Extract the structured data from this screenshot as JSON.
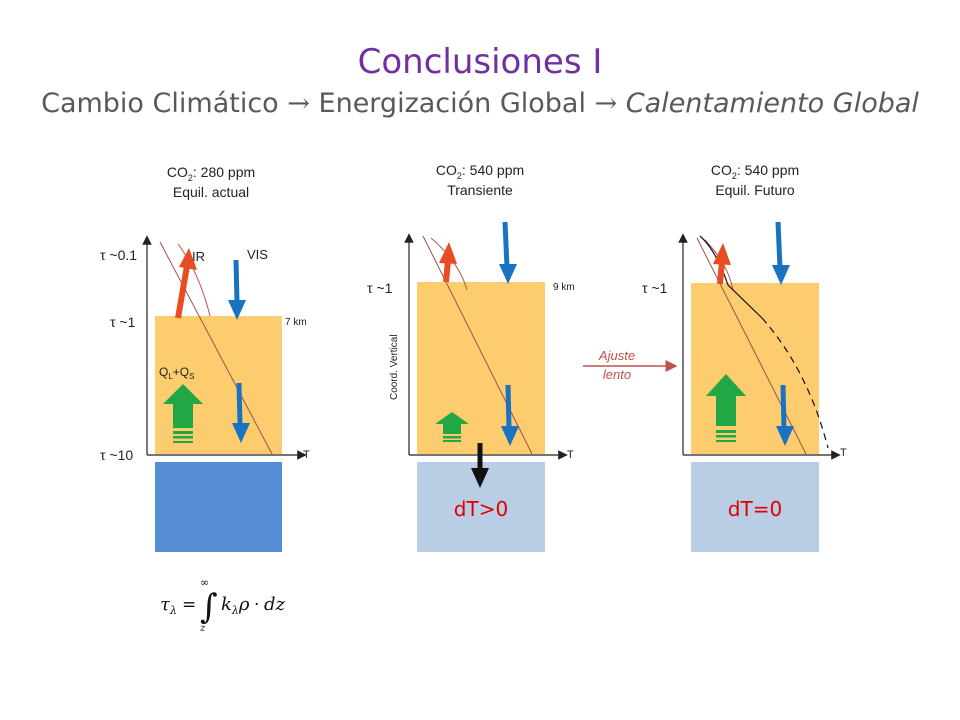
{
  "title": "Conclusiones I",
  "subtitle": {
    "part1": "Cambio Climático",
    "part2": "Energización Global",
    "part3": "Calentamiento Global",
    "arrow": "→"
  },
  "panels": [
    {
      "co2": "CO",
      "co2_sub": "2",
      "co2_value": ": 280 ppm",
      "state": "Equil. actual",
      "tau_top": "τ ~0.1",
      "tau_mid": "τ ~1",
      "tau_bottom": "τ ~10",
      "ir": "IR",
      "vis": "VIS",
      "height": "7 km",
      "flux_q": "Q",
      "flux_l": "L",
      "flux_plus": "+Q",
      "flux_s": "S",
      "t_axis": "T"
    },
    {
      "co2": "CO",
      "co2_sub": "2",
      "co2_value": ": 540 ppm",
      "state": "Transiente",
      "tau": "τ ~1",
      "height": "9 km",
      "vertical_axis": "Coord. Vertical",
      "t_axis": "T",
      "dT": "dT>0"
    },
    {
      "co2": "CO",
      "co2_sub": "2",
      "co2_value": ": 540 ppm",
      "state": "Equil. Futuro",
      "tau": "τ ~1",
      "t_axis": "T",
      "dT": "dT=0"
    }
  ],
  "adjustment": {
    "line1": "Ajuste",
    "line2": "lento"
  },
  "formula": {
    "lhs": "τ",
    "sub": "λ",
    "eq": "=",
    "upper": "∞",
    "lower": "z",
    "k": "k",
    "rho": "ρ",
    "dot": "·",
    "dz": "dz"
  },
  "colors": {
    "title": "#7030a0",
    "subtitle": "#595959",
    "atmosphere": "#fccc6e",
    "ocean_current": "#558ed5",
    "ocean_future": "#b9cde5",
    "ir_arrow": "#e84c22",
    "vis_arrow": "#1a73c2",
    "flux_arrow": "#21a844",
    "profile": "#a05050",
    "adjust": "#c0504d",
    "dT_text": "#e00000"
  }
}
